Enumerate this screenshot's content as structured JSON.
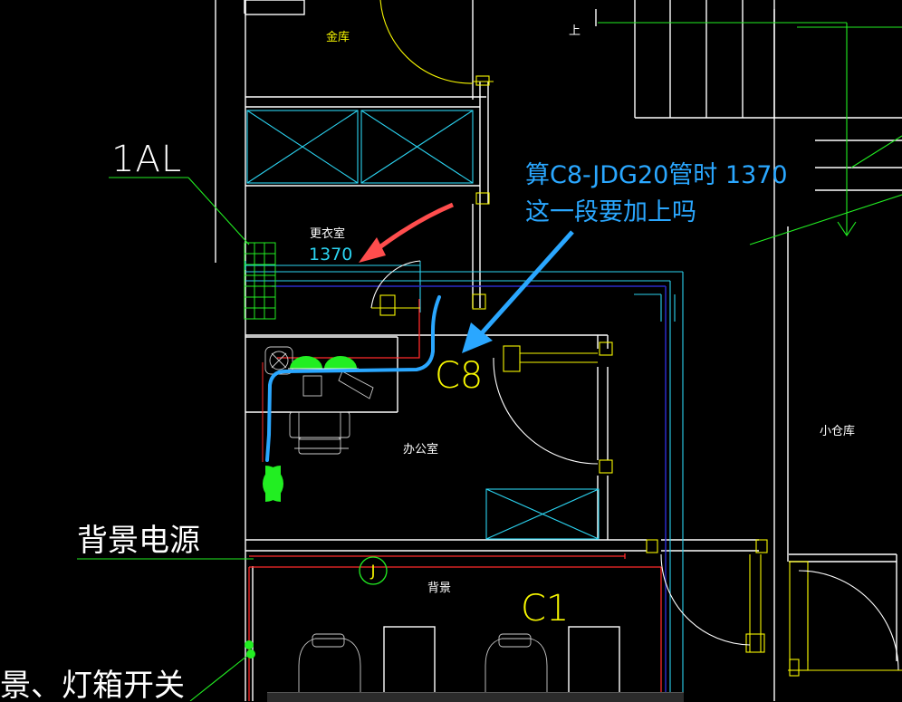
{
  "labels": {
    "jinku": "金库",
    "shang": "上",
    "al": "1AL",
    "gengyishi": "更衣室",
    "dim": "1370",
    "c8": "C8",
    "bangongshi": "办公室",
    "xiaocangku": "小仓库",
    "beijingdianyuan": "背景电源",
    "beijing": "背景",
    "c1": "C1",
    "dengxiang": "景、灯箱开关",
    "junction": "J"
  },
  "annotation": {
    "line1": "算C8-JDG20管时 1370",
    "line2": "这一段要加上吗"
  },
  "colors": {
    "wall": "#ffffff",
    "cyan": "#2bd3f0",
    "yellow": "#f7f700",
    "green": "#22ee22",
    "red": "#ff2a2a",
    "blue_note": "#2aa7ff",
    "arrow_red": "#ff4d4d"
  }
}
